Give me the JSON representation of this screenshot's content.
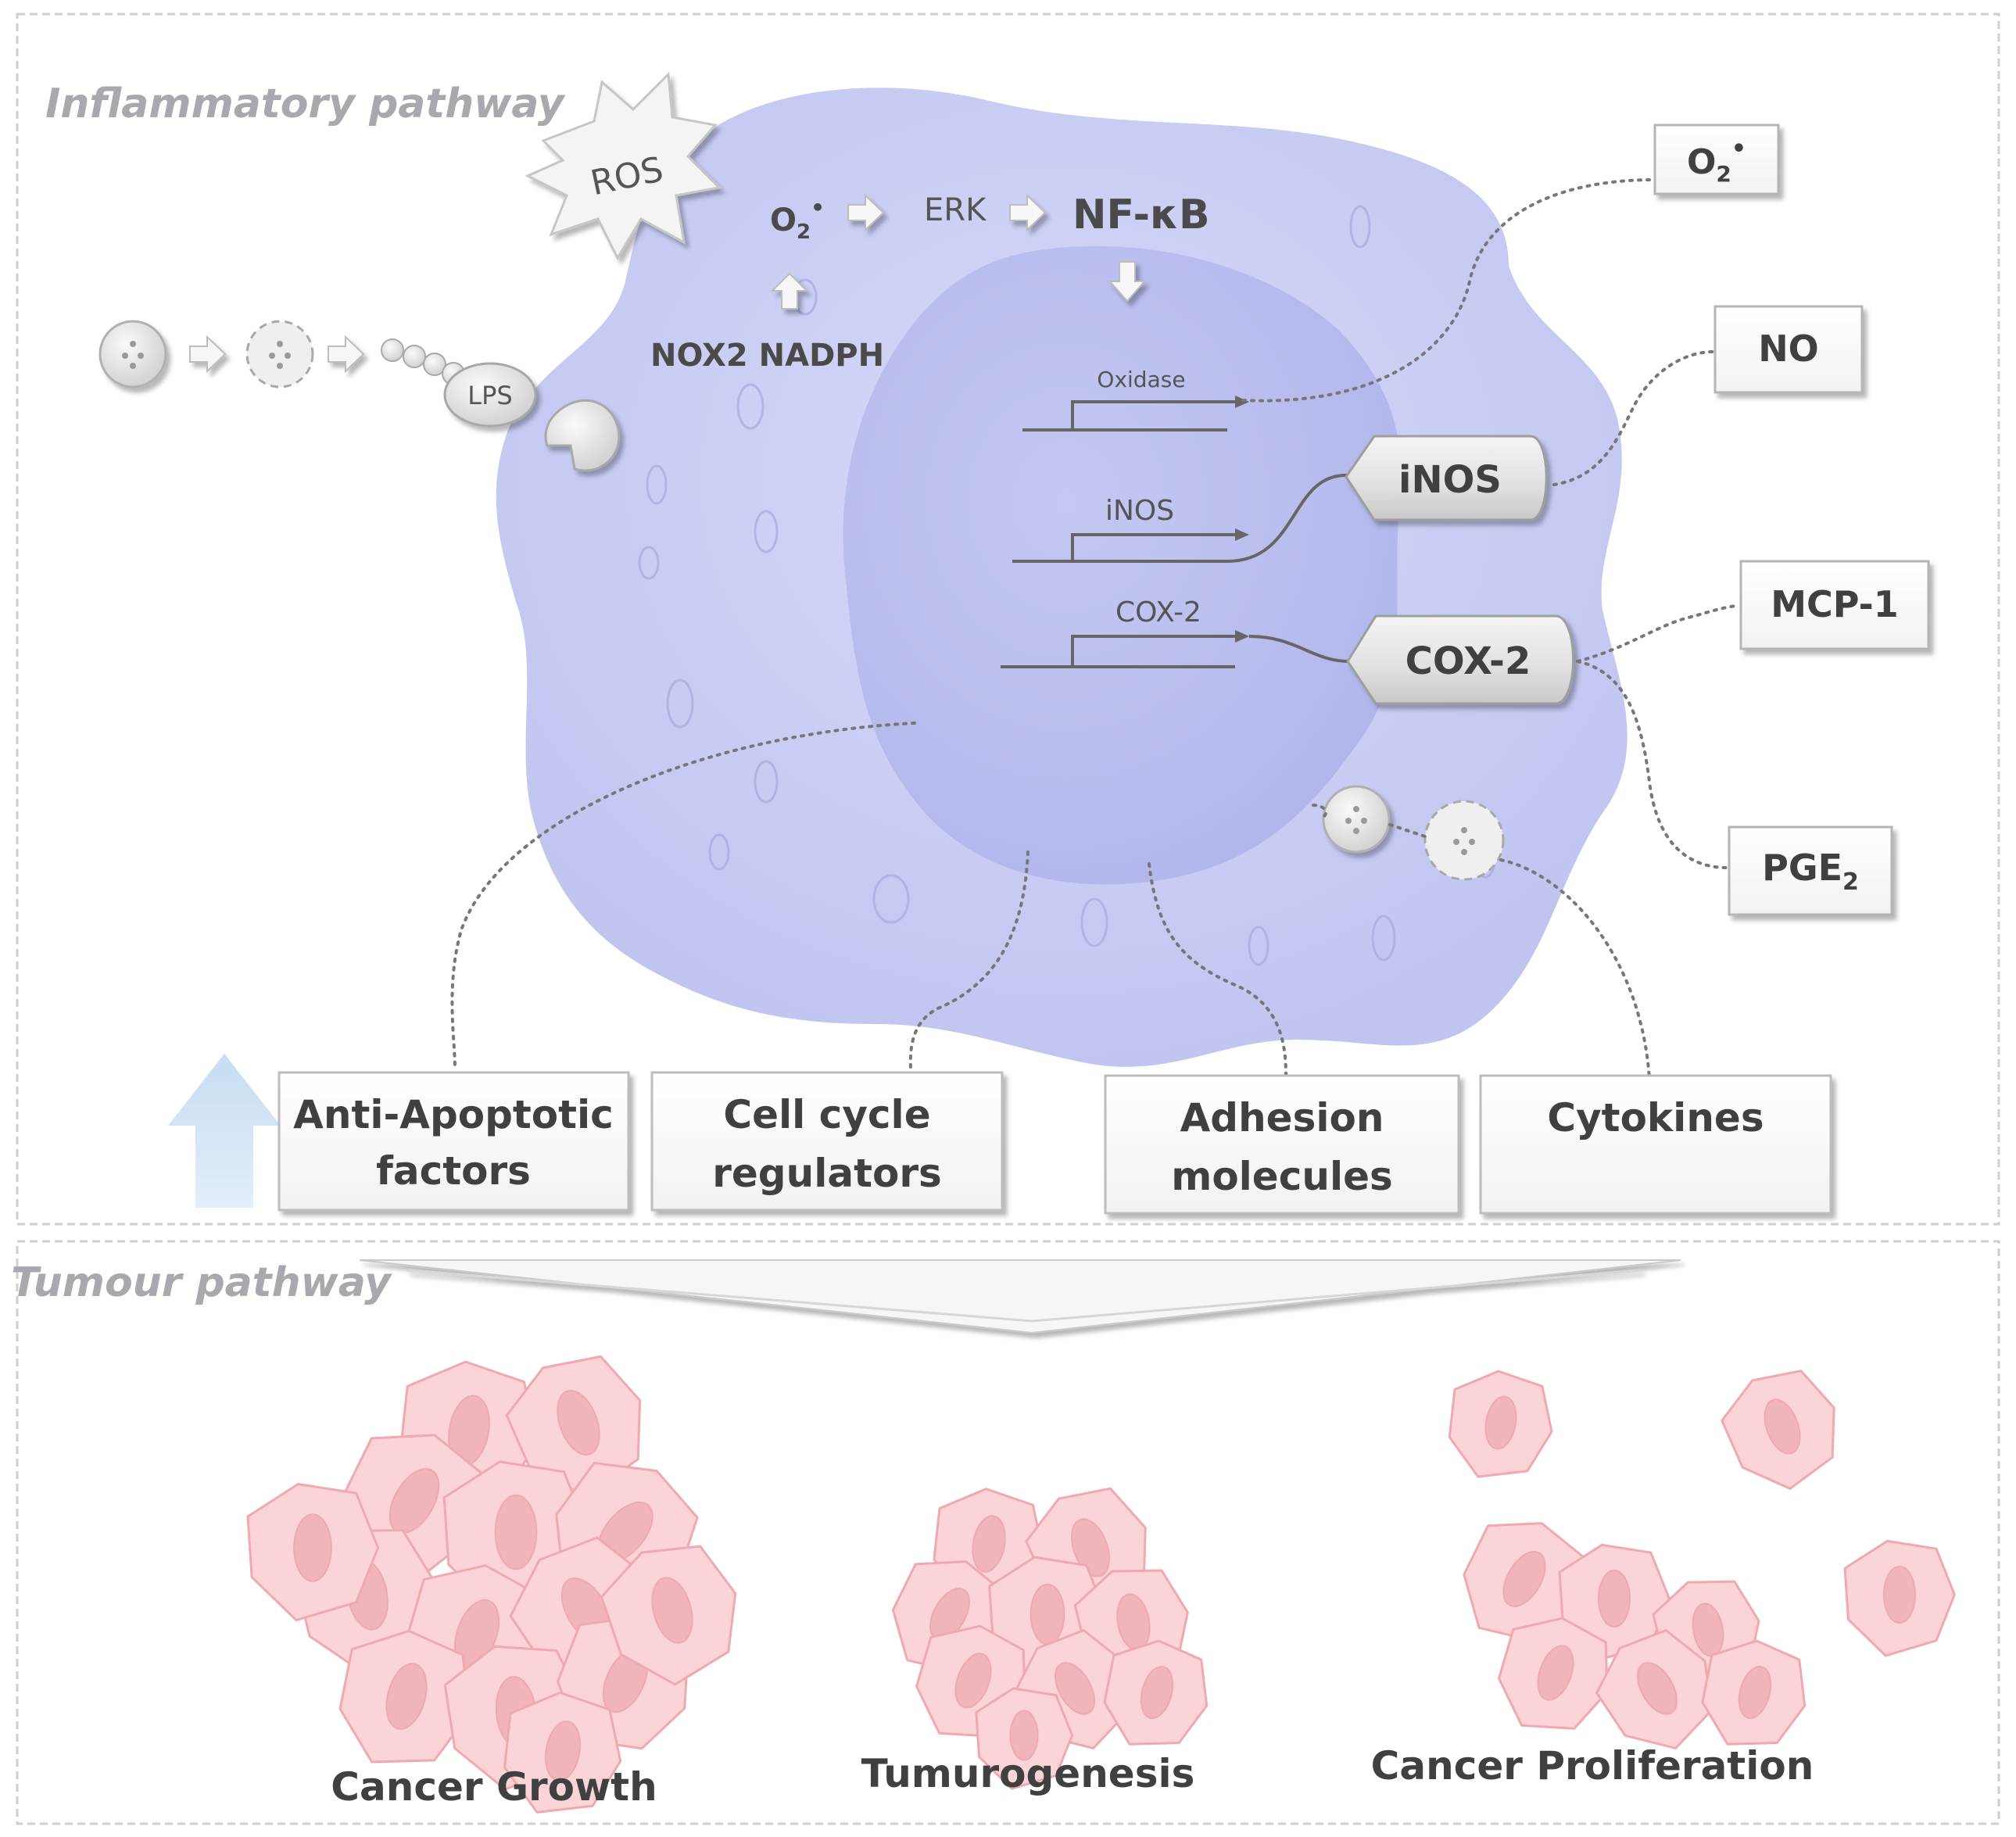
{
  "sections": {
    "inflammatory_title": "Inflammatory pathway",
    "tumour_title": "Tumour pathway"
  },
  "signaling": {
    "ros": "ROS",
    "superoxide_base": "O",
    "superoxide_sub": "2",
    "superoxide_sup": "•",
    "erk": "ERK",
    "nfkb": "NF-κB",
    "nox2": "NOX2 NADPH",
    "lps": "LPS"
  },
  "genes": {
    "oxidase": "Oxidase",
    "inos": "iNOS",
    "cox2": "COX-2"
  },
  "proteins": {
    "inos": "iNOS",
    "cox2": "COX-2"
  },
  "products": {
    "superoxide_base": "O",
    "superoxide_sub": "2",
    "superoxide_sup": "•",
    "no": "NO",
    "mcp1": "MCP-1",
    "pge_base": "PGE",
    "pge_sub": "2"
  },
  "factors": [
    {
      "line1": "Anti-Apoptotic",
      "line2": "factors"
    },
    {
      "line1": "Cell cycle",
      "line2": "regulators"
    },
    {
      "line1": "Adhesion",
      "line2": "molecules"
    },
    {
      "line1": "Cytokines",
      "line2": ""
    }
  ],
  "outcomes": {
    "growth": "Cancer Growth",
    "tumurogenesis": "Tumurogenesis",
    "proliferation": "Cancer Proliferation"
  },
  "colors": {
    "cell_body": "#c9cdf3",
    "nucleus": "#b8bdec",
    "cancer_cell_fill": "#fad4d6",
    "cancer_cell_stroke": "#f0a9ae",
    "cancer_nucleus": "#efb5ba",
    "up_arrow": "#cfe3f4",
    "section_border": "#cccccc"
  }
}
